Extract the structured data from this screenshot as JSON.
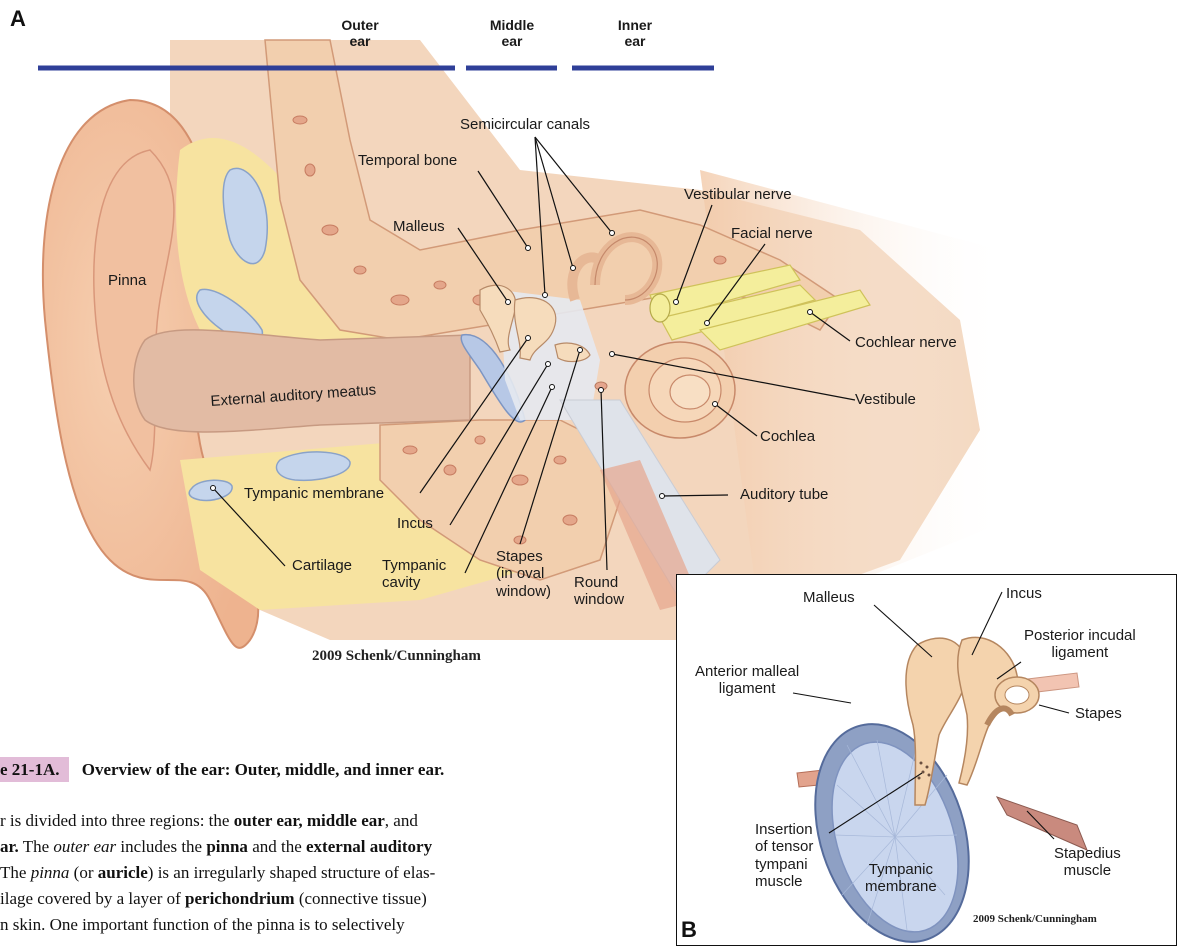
{
  "panel_a": {
    "letter": "A",
    "regions": {
      "outer_l1": "Outer",
      "outer_l2": "ear",
      "middle_l1": "Middle",
      "middle_l2": "ear",
      "inner_l1": "Inner",
      "inner_l2": "ear"
    },
    "labels": {
      "semicircular": "Semicircular canals",
      "temporal": "Temporal bone",
      "vestibular_nerve": "Vestibular nerve",
      "malleus": "Malleus",
      "facial_nerve": "Facial nerve",
      "pinna": "Pinna",
      "cochlear_nerve": "Cochlear nerve",
      "meatus": "External auditory meatus",
      "vestibule": "Vestibule",
      "cochlea": "Cochlea",
      "tympanic_membrane": "Tympanic membrane",
      "auditory_tube": "Auditory tube",
      "incus": "Incus",
      "cartilage": "Cartilage",
      "tympanic_cavity_l1": "Tympanic",
      "tympanic_cavity_l2": "cavity",
      "stapes_l1": "Stapes",
      "stapes_l2": "(in oval",
      "stapes_l3": "window)",
      "round_l1": "Round",
      "round_l2": "window"
    },
    "credit": "2009 Schenk/Cunningham"
  },
  "panel_b": {
    "letter": "B",
    "labels": {
      "malleus": "Malleus",
      "incus": "Incus",
      "posterior_l1": "Posterior incudal",
      "posterior_l2": "ligament",
      "anterior_l1": "Anterior malleal",
      "anterior_l2": "ligament",
      "stapes": "Stapes",
      "insertion_l1": "Insertion",
      "insertion_l2": "of tensor",
      "insertion_l3": "tympani",
      "insertion_l4": "muscle",
      "tympanic_l1": "Tympanic",
      "tympanic_l2": "membrane",
      "stapedius_l1": "Stapedius",
      "stapedius_l2": "muscle"
    },
    "credit": "2009 Schenk/Cunningham"
  },
  "caption": {
    "tag": "e 21-1A.",
    "text": "Overview of the ear: Outer, middle, and inner ear."
  },
  "body_text": {
    "line1_a": "r is divided into three regions: the ",
    "line1_b": "outer ear, middle ear",
    "line1_c": ", and",
    "line2_a": "ar.",
    "line2_b": " The ",
    "line2_c": "outer ear",
    "line2_d": " includes the ",
    "line2_e": "pinna",
    "line2_f": " and the ",
    "line2_g": "external auditory",
    "line3_a": " The ",
    "line3_b": "pinna",
    "line3_c": " (or ",
    "line3_d": "auricle",
    "line3_e": ") is an irregularly shaped structure of elas-",
    "line4_a": "ilage covered by a layer of ",
    "line4_b": "perichondrium",
    "line4_c": " (connective tissue)",
    "line5_a": "n skin. One important function of the pinna is to selectively"
  },
  "colors": {
    "region_bar": "#2f3f98",
    "skin": "#f2c7a5",
    "skin_dark": "#e8a27a",
    "bone": "#f4d3b0",
    "marrow": "#e6a68e",
    "cartilage": "#c3d3ea",
    "nerve": "#f3ee9a",
    "fat": "#f7e6a0",
    "caption_highlight": "#e2bcd8"
  }
}
